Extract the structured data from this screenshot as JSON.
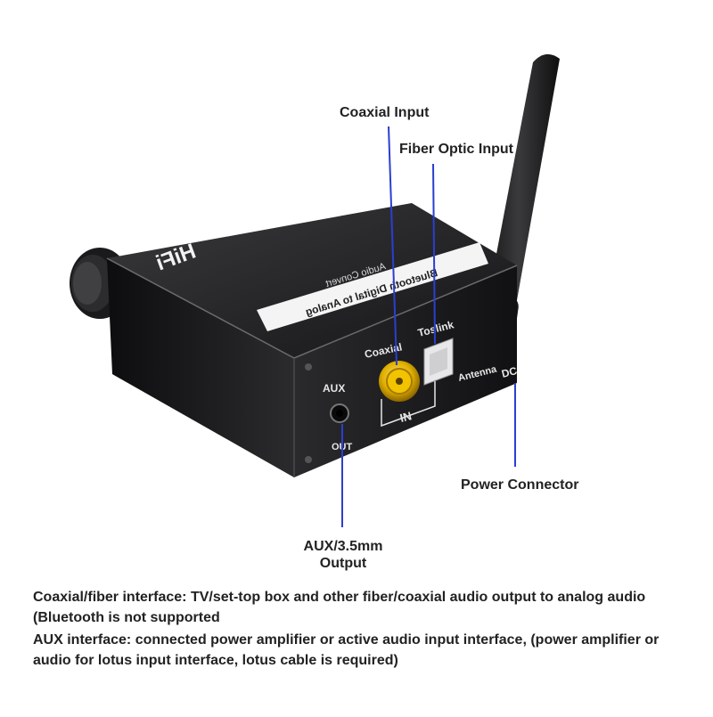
{
  "product": {
    "brand_label": "HiFi",
    "top_label_line1": "Bluetooth Digital to Analog",
    "top_label_line2": "Audio Convert",
    "port_coaxial": "Coaxial",
    "port_toslink": "Toslink",
    "port_antenna": "Antenna",
    "port_dc": "DC",
    "port_in": "IN",
    "port_aux": "AUX",
    "port_out": "OUT"
  },
  "callouts": {
    "coaxial_input": "Coaxial Input",
    "fiber_optic_input": "Fiber Optic Input",
    "power_connector": "Power Connector",
    "aux_output": "AUX/3.5mm Output"
  },
  "description": {
    "line1": "Coaxial/fiber interface: TV/set-top box and other fiber/coaxial audio output to analog audio (Bluetooth is not supported",
    "line2": "AUX interface: connected power amplifier or active audio input interface, (power amplifier or audio for lotus input interface, lotus cable is required)"
  },
  "colors": {
    "device_body": "#1c1c1e",
    "callout_line": "#2a3fd0",
    "coax_gold": "#e0b000"
  }
}
